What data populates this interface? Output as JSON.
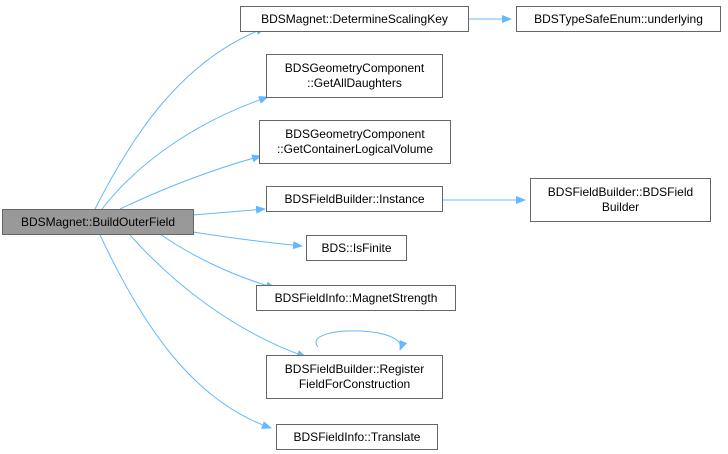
{
  "root": {
    "lines": [
      "BDSMagnet::BuildOuterField"
    ]
  },
  "callees": [
    {
      "id": "n1",
      "lines": [
        "BDSMagnet::DetermineScalingKey"
      ]
    },
    {
      "id": "n2",
      "lines": [
        "BDSTypeSafeEnum::underlying"
      ]
    },
    {
      "id": "n3",
      "lines": [
        "BDSGeometryComponent",
        "::GetAllDaughters"
      ]
    },
    {
      "id": "n4",
      "lines": [
        "BDSGeometryComponent",
        "::GetContainerLogicalVolume"
      ]
    },
    {
      "id": "n5",
      "lines": [
        "BDSFieldBuilder::Instance"
      ]
    },
    {
      "id": "n6",
      "lines": [
        "BDSFieldBuilder::BDSField",
        "Builder"
      ]
    },
    {
      "id": "n7",
      "lines": [
        "BDS::IsFinite"
      ]
    },
    {
      "id": "n8",
      "lines": [
        "BDSFieldInfo::MagnetStrength"
      ]
    },
    {
      "id": "n9",
      "lines": [
        "BDSFieldBuilder::Register",
        "FieldForConstruction"
      ]
    },
    {
      "id": "n10",
      "lines": [
        "BDSFieldInfo::Translate"
      ]
    }
  ],
  "edges": [
    [
      "root",
      "n1"
    ],
    [
      "root",
      "n3"
    ],
    [
      "root",
      "n4"
    ],
    [
      "root",
      "n5"
    ],
    [
      "root",
      "n7"
    ],
    [
      "root",
      "n8"
    ],
    [
      "root",
      "n9"
    ],
    [
      "root",
      "n10"
    ],
    [
      "n1",
      "n2"
    ],
    [
      "n5",
      "n6"
    ],
    [
      "n9",
      "n9"
    ]
  ],
  "colors": {
    "edge": "#63b8ff",
    "node_border": "#666666",
    "root_fill": "#999999"
  }
}
